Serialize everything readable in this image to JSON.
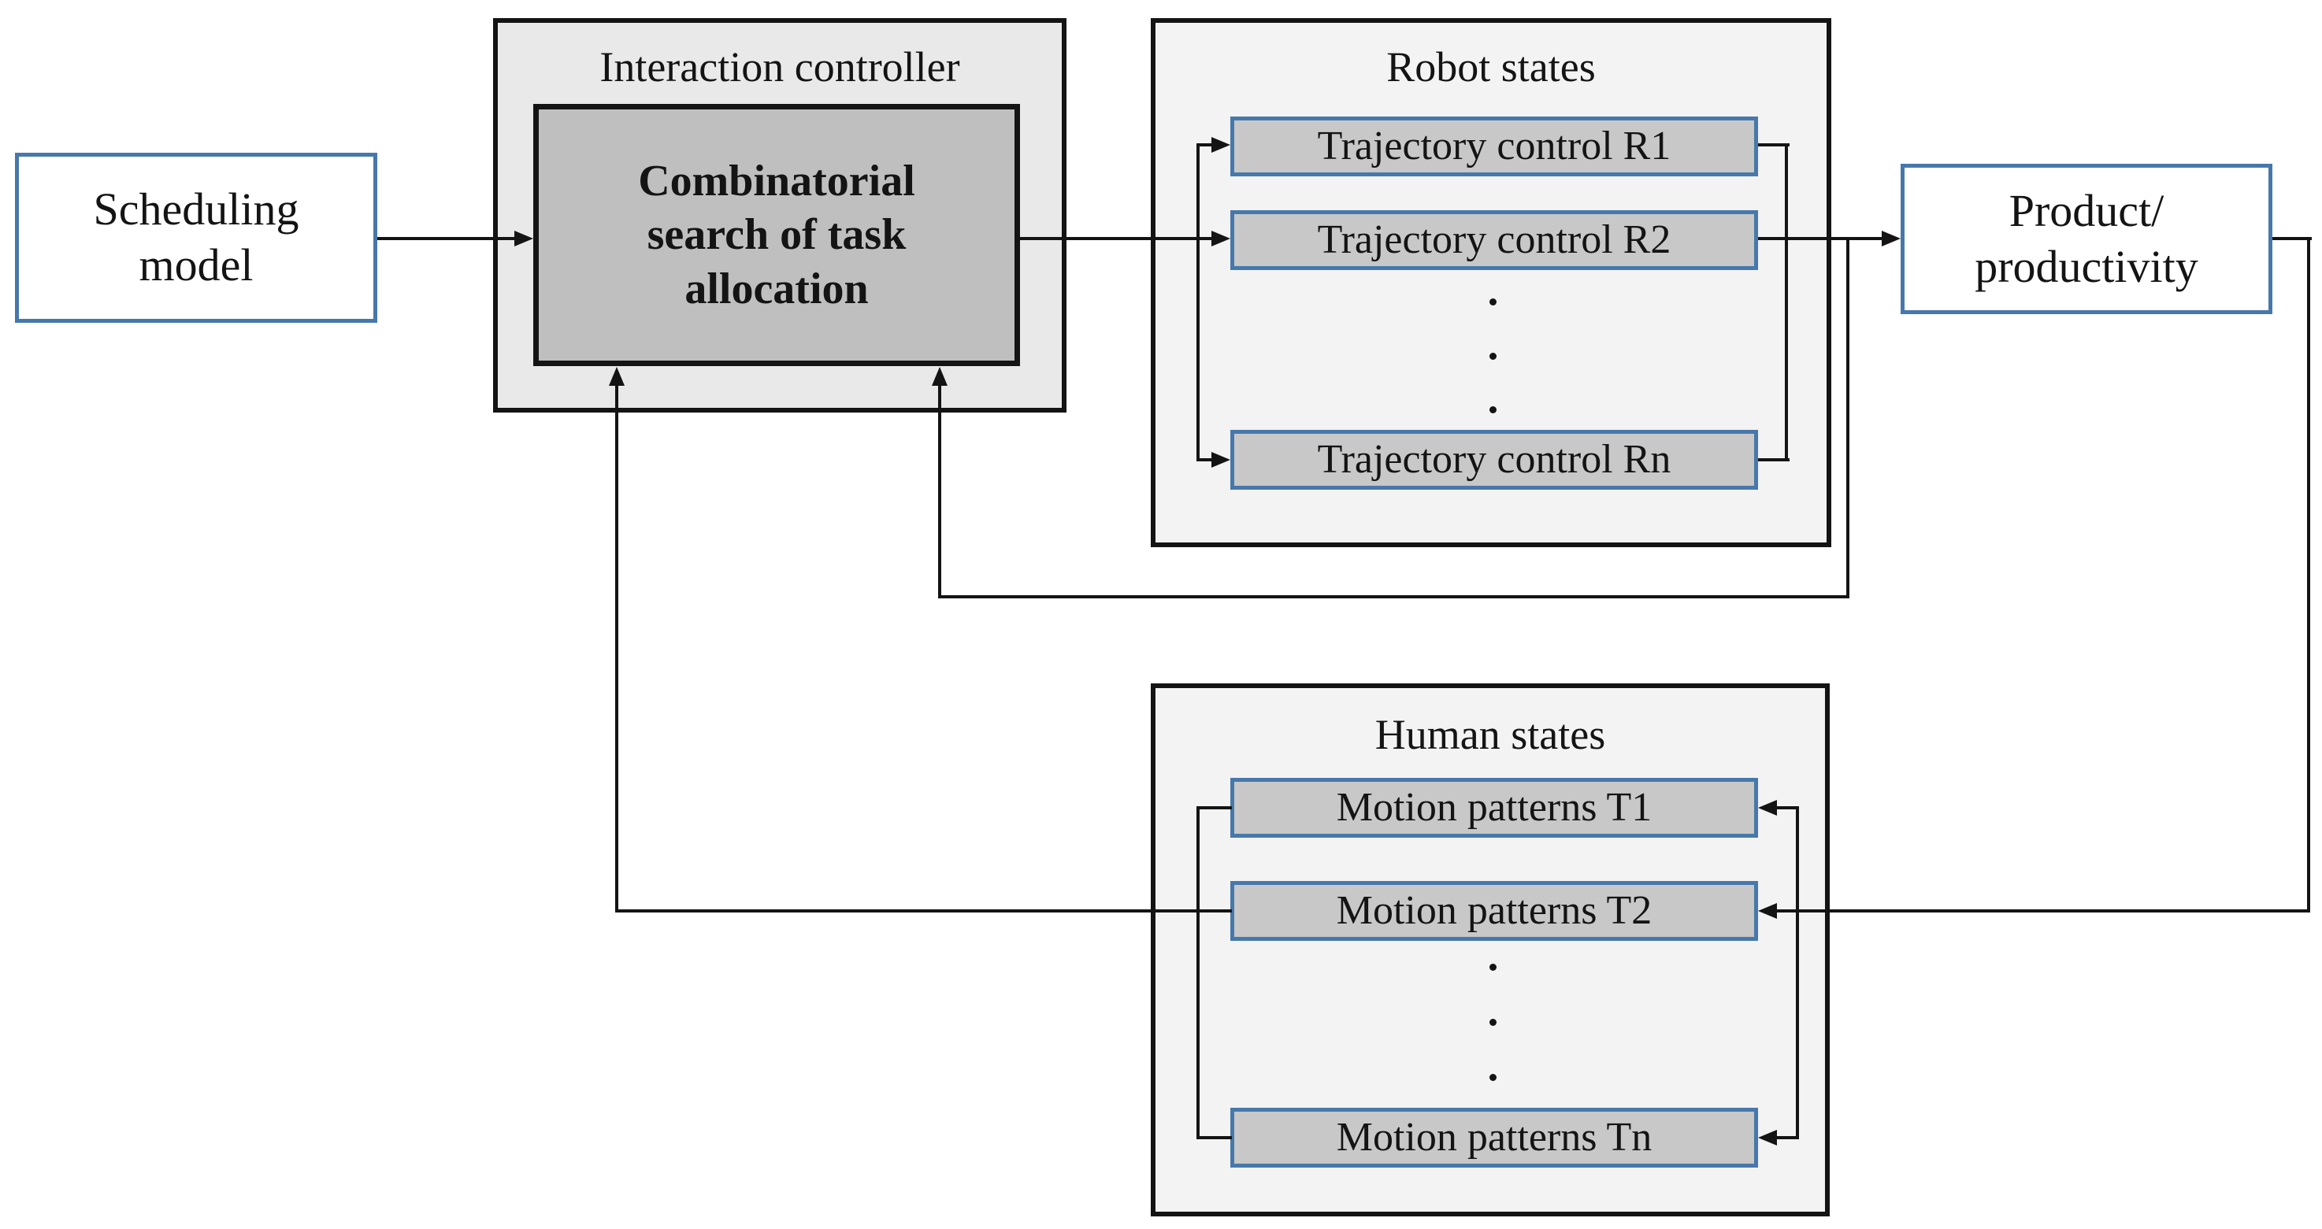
{
  "figure": {
    "scheduling": {
      "label": "Scheduling\nmodel"
    },
    "controller": {
      "title": "Interaction controller",
      "inner_label": "Combinatorial\nsearch of task\nallocation"
    },
    "robot": {
      "title": "Robot states",
      "items": [
        "Trajectory control R1",
        "Trajectory control R2",
        "Trajectory control Rn"
      ]
    },
    "product": {
      "label": "Product/\nproductivity"
    },
    "human": {
      "title": "Human states",
      "items": [
        "Motion patterns T1",
        "Motion patterns T2",
        "Motion patterns Tn"
      ]
    },
    "colors": {
      "accent_blue": "#4778ab",
      "item_fill_gray": "#c8c8c8",
      "inner_fill_gray": "#bfbfbf",
      "controller_bg": "#e9e9e9",
      "states_bg": "#f3f3f3",
      "line_black": "#141414"
    }
  }
}
